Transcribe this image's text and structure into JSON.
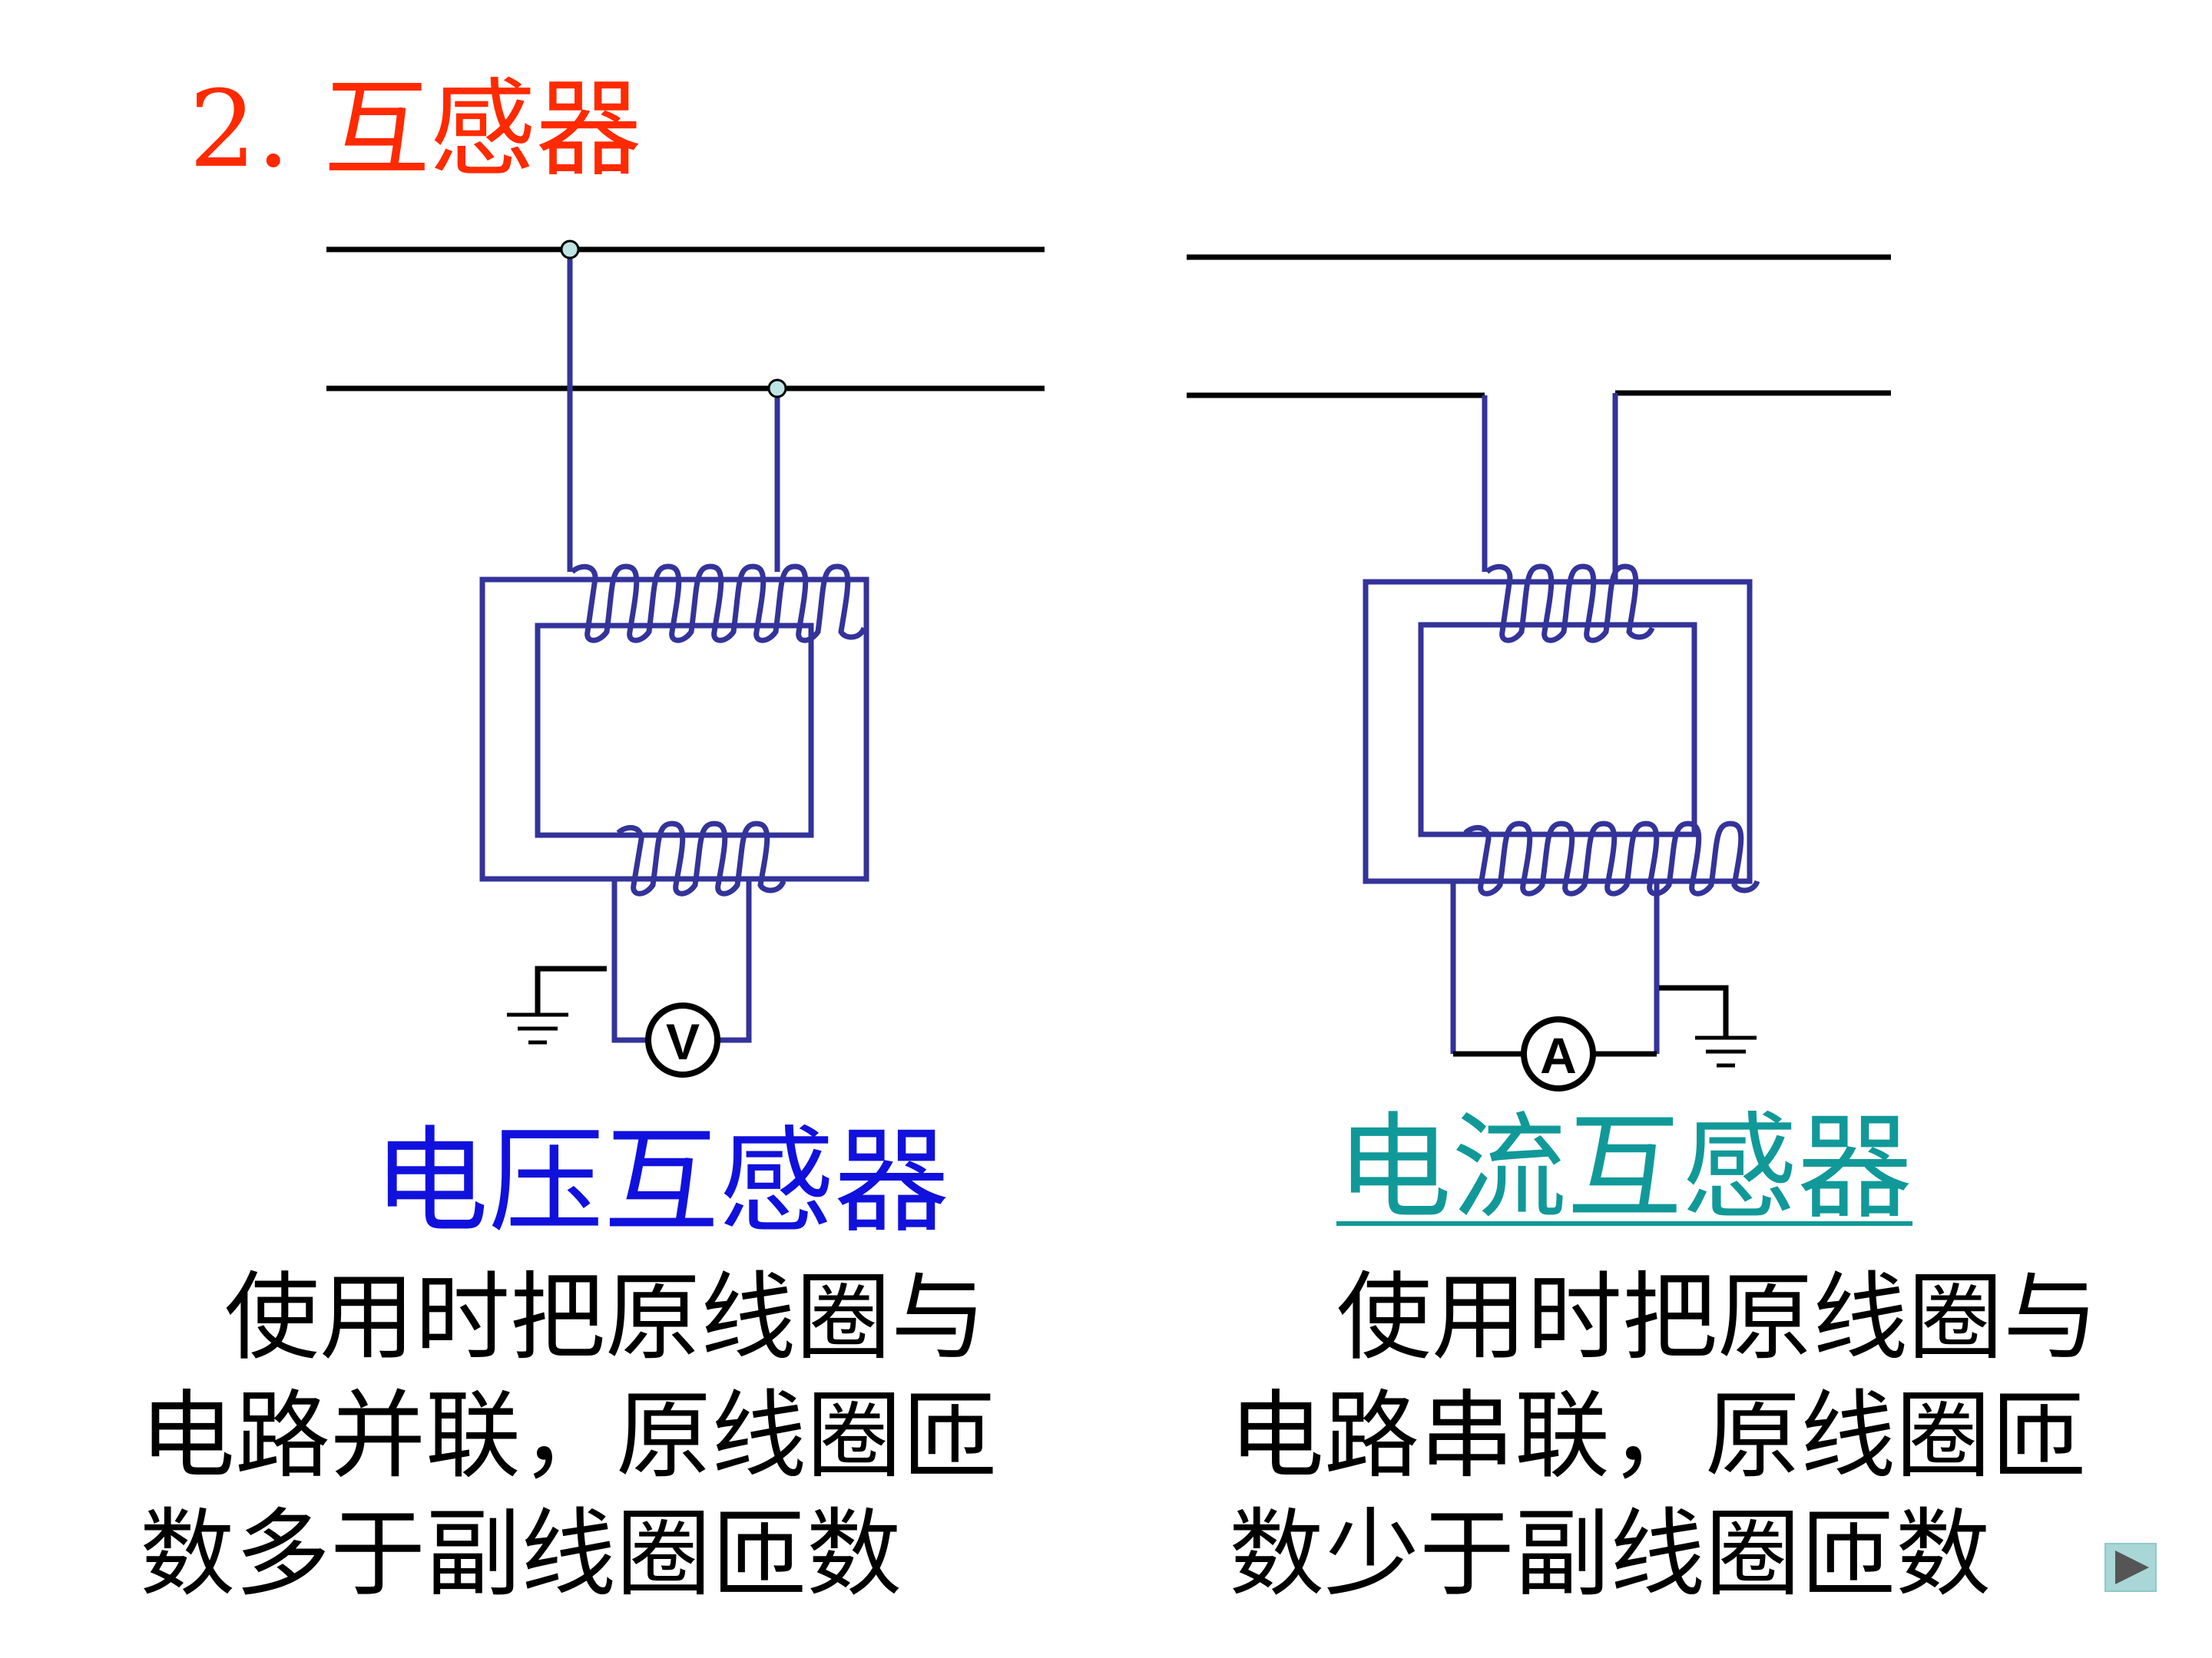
{
  "title": "2. 互感器",
  "colors": {
    "title": "#ff2a00",
    "coil": "#33339a",
    "line": "#000000",
    "node_fill": "#bfe4e4",
    "voltage_label": "#1111dd",
    "current_label": "#119999",
    "nav_button": "#8fc8c8",
    "nav_arrow": "#555555"
  },
  "voltage_transformer": {
    "meter_letter": "V",
    "label": "电压互感器",
    "description_lines": [
      "使用时把原线圈与",
      "电路并联，原线圈匝",
      "数多于副线圈匝数"
    ]
  },
  "current_transformer": {
    "meter_letter": "A",
    "label": "电流互感器",
    "description_lines": [
      "使用时把原线圈与",
      "电路串联，原线圈匝",
      "数少于副线圈匝数"
    ]
  },
  "icons": {
    "next": "play-arrow-icon"
  }
}
